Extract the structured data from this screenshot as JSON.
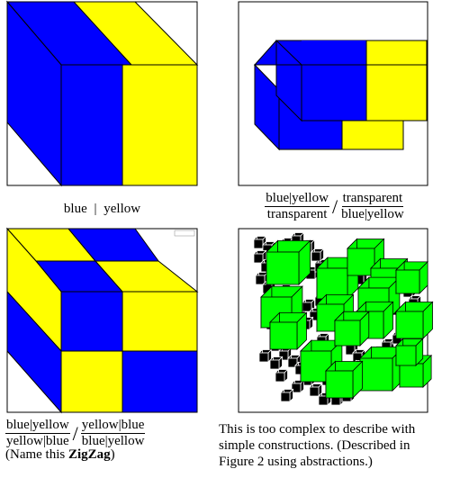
{
  "captions": {
    "fig1": {
      "left": "blue",
      "sep": "|",
      "right": "yellow"
    },
    "fig2": {
      "frac1": {
        "num": "blue|yellow",
        "den": "transparent"
      },
      "slash": "/",
      "frac2": {
        "num": "transparent",
        "den": "blue|yellow"
      }
    },
    "fig3": {
      "frac1": {
        "num": "blue|yellow",
        "den": "yellow|blue"
      },
      "slash": "/",
      "frac2": {
        "num": "yellow|blue",
        "den": "blue|yellow"
      },
      "name_prefix": "(Name this ",
      "name_bold": "ZigZag",
      "name_suffix": ")"
    },
    "fig4": {
      "line1": "This is too complex to describe with",
      "line2": "simple constructions. (Described in",
      "line3": "Figure 2 using abstractions.)"
    }
  },
  "colors": {
    "blue": "#0000ff",
    "yellow": "#ffff00",
    "green": "#00ff00",
    "black": "#000000"
  }
}
